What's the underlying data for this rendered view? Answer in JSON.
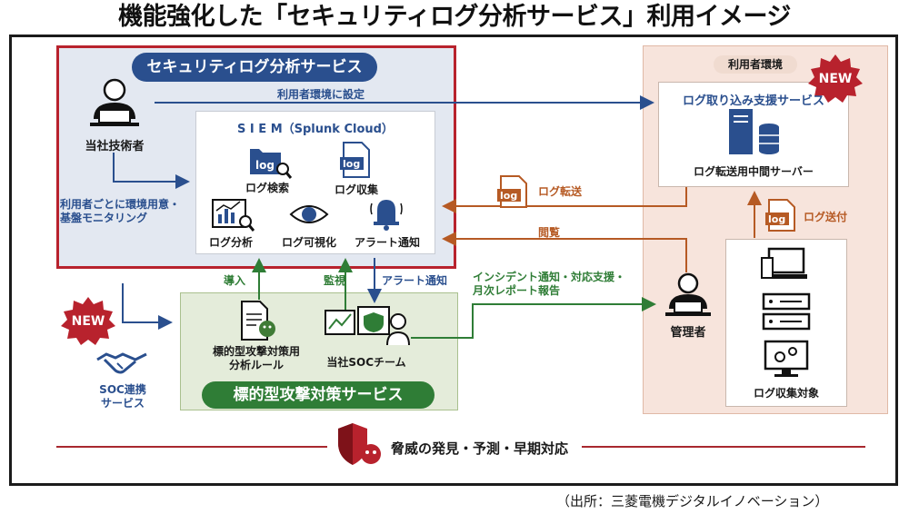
{
  "title": "機能強化した「セキュリティログ分析サービス」利用イメージ",
  "security_service": {
    "label": "セキュリティログ分析サービス",
    "engineer_label": "当社技術者",
    "setup_label": "利用者環境に設定",
    "monitoring_label": "利用者ごとに環境用意・\n基盤モニタリング"
  },
  "siem": {
    "title": "S I E M（Splunk Cloud）",
    "items": [
      {
        "label": "ログ検索",
        "icon": "log-search-icon"
      },
      {
        "label": "ログ収集",
        "icon": "log-collect-icon"
      },
      {
        "label": "ログ分析",
        "icon": "log-analysis-icon"
      },
      {
        "label": "ログ可視化",
        "icon": "eye-icon"
      },
      {
        "label": "アラート通知",
        "icon": "alert-bell-icon"
      }
    ]
  },
  "log_badge": "log",
  "flows": {
    "introduce": "導入",
    "monitor": "監視",
    "alert_notify": "アラート通知",
    "log_transfer": "ログ転送",
    "browse": "閲覧",
    "log_send": "ログ送付",
    "incident": "インシデント通知・対応支援・\n月次レポート報告"
  },
  "targeted_service": {
    "label": "標的型攻撃対策サービス",
    "rules_label": "標的型攻撃対策用\n分析ルール",
    "soc_label": "当社SOCチーム"
  },
  "soc_link": {
    "label": "SOC連携\nサービス",
    "badge": "NEW"
  },
  "user_env": {
    "label": "利用者環境",
    "badge": "NEW",
    "ingest_title": "ログ取り込み支援サービス",
    "server_label": "ログ転送用中間サーバー",
    "manager_label": "管理者",
    "targets_label": "ログ収集対象"
  },
  "bottom": {
    "label": "脅威の発見・予測・早期対応"
  },
  "source": "（出所：三菱電機デジタルイノベーション）",
  "colors": {
    "navy": "#2a4f8e",
    "red": "#b8222d",
    "green": "#2f7d36",
    "orange": "#b65a24",
    "siem_bg": "#e3e8f1",
    "targeted_bg": "#e4ecda",
    "user_bg": "#f7e4dc"
  }
}
